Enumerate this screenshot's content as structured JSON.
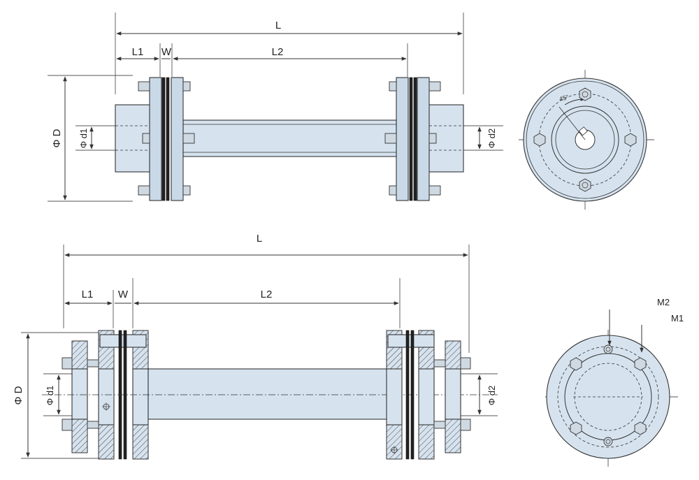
{
  "top_view": {
    "dim_L": "L",
    "dim_L1": "L1",
    "dim_W": "W",
    "dim_L2": "L2",
    "dim_D": "Φ D",
    "dim_d1": "Φ d1",
    "dim_d2": "Φ d2",
    "angle_label": "45°"
  },
  "bottom_view": {
    "dim_L": "L",
    "dim_L1": "L1",
    "dim_W": "W",
    "dim_L2": "L2",
    "dim_D": "Φ D",
    "dim_d1": "Φ d1",
    "dim_d2": "Φ d2",
    "label_M2": "M2",
    "label_M1": "M1"
  }
}
